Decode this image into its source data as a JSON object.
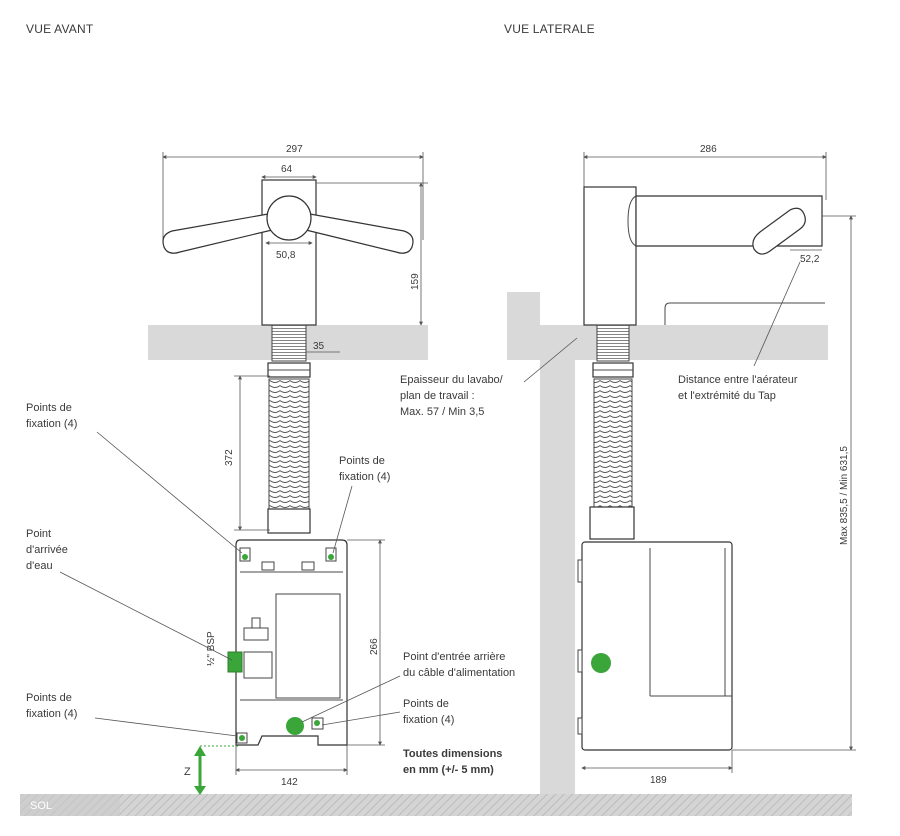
{
  "views": {
    "front_title": "VUE AVANT",
    "side_title": "VUE LATERALE"
  },
  "dimensions": {
    "front_width": "297",
    "front_body_width": "64",
    "front_column_width": "50,8",
    "front_height": "159",
    "thread_length": "35",
    "hose_length": "372",
    "box_height": "266",
    "box_width": "142",
    "side_width": "286",
    "aerator_distance": "52,2",
    "max_min": "Max 835,5 / Min 631,5",
    "bsp": "½\" BSP",
    "z_label": "Z"
  },
  "labels": {
    "fixation_top_left": [
      "Points de",
      "fixation (4)"
    ],
    "fixation_top_right": [
      "Points de",
      "fixation (4)"
    ],
    "water_inlet": [
      "Point",
      "d'arrivée",
      "d'eau"
    ],
    "fixation_bottom_left": [
      "Points de",
      "fixation (4)"
    ],
    "cable_entry": [
      "Point d'entrée arrière",
      "du câble d'alimentation"
    ],
    "fixation_bottom_right": [
      "Points de",
      "fixation (4)"
    ],
    "all_dimensions": [
      "Toutes dimensions",
      "en mm (+/- 5 mm)"
    ],
    "sink_thickness": [
      "Epaisseur du lavabo/",
      "plan de travail :",
      "Max. 57 / Min 3,5"
    ],
    "aerator_note": [
      "Distance entre l'aérateur",
      "et l'extrémité du Tap"
    ],
    "floor": "SOL"
  },
  "colors": {
    "accent_green": "#3aa63a",
    "counter_gray": "#d9d9d9",
    "floor_gray": "#cfcfcf",
    "line": "#4a4a4a"
  }
}
